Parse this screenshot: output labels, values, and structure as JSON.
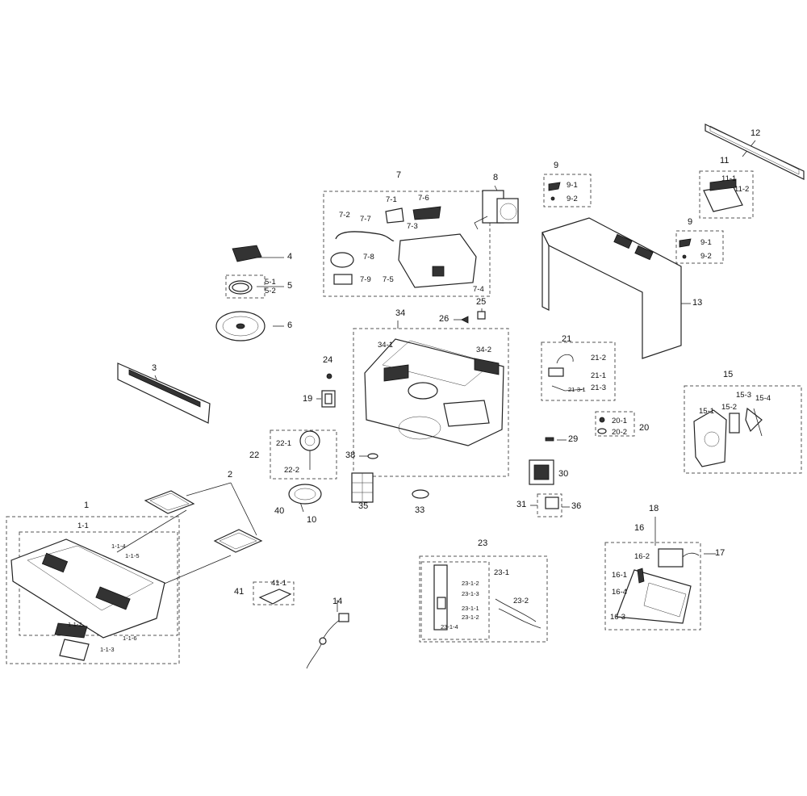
{
  "callouts": [
    {
      "id": "l-1",
      "text": "1"
    },
    {
      "id": "l-1-1",
      "text": "1-1"
    },
    {
      "id": "l-1-1-2",
      "text": "1-1-2"
    },
    {
      "id": "l-1-1-3",
      "text": "1-1-3"
    },
    {
      "id": "l-1-1-4",
      "text": "1-1-4"
    },
    {
      "id": "l-1-1-5",
      "text": "1-1-5"
    },
    {
      "id": "l-1-1-6",
      "text": "1-1-6"
    },
    {
      "id": "l-2",
      "text": "2"
    },
    {
      "id": "l-3",
      "text": "3"
    },
    {
      "id": "l-4",
      "text": "4"
    },
    {
      "id": "l-5",
      "text": "5"
    },
    {
      "id": "l-5-1",
      "text": "5-1"
    },
    {
      "id": "l-5-2",
      "text": "5-2"
    },
    {
      "id": "l-6",
      "text": "6"
    },
    {
      "id": "l-7",
      "text": "7"
    },
    {
      "id": "l-7-1",
      "text": "7-1"
    },
    {
      "id": "l-7-2",
      "text": "7-2"
    },
    {
      "id": "l-7-3",
      "text": "7-3"
    },
    {
      "id": "l-7-4",
      "text": "7-4"
    },
    {
      "id": "l-7-5",
      "text": "7-5"
    },
    {
      "id": "l-7-6",
      "text": "7-6"
    },
    {
      "id": "l-7-7",
      "text": "7-7"
    },
    {
      "id": "l-7-8",
      "text": "7-8"
    },
    {
      "id": "l-7-9",
      "text": "7-9"
    },
    {
      "id": "l-8",
      "text": "8"
    },
    {
      "id": "l-9a",
      "text": "9"
    },
    {
      "id": "l-9-1a",
      "text": "9-1"
    },
    {
      "id": "l-9-2a",
      "text": "9-2"
    },
    {
      "id": "l-9b",
      "text": "9"
    },
    {
      "id": "l-9-1b",
      "text": "9-1"
    },
    {
      "id": "l-9-2b",
      "text": "9-2"
    },
    {
      "id": "l-10",
      "text": "10"
    },
    {
      "id": "l-11",
      "text": "11"
    },
    {
      "id": "l-11-1",
      "text": "11-1"
    },
    {
      "id": "l-11-2",
      "text": "11-2"
    },
    {
      "id": "l-12",
      "text": "12"
    },
    {
      "id": "l-13",
      "text": "13"
    },
    {
      "id": "l-14",
      "text": "14"
    },
    {
      "id": "l-15",
      "text": "15"
    },
    {
      "id": "l-15-1",
      "text": "15-1"
    },
    {
      "id": "l-15-2",
      "text": "15-2"
    },
    {
      "id": "l-15-3",
      "text": "15-3"
    },
    {
      "id": "l-15-4",
      "text": "15-4"
    },
    {
      "id": "l-16",
      "text": "16"
    },
    {
      "id": "l-16-1",
      "text": "16-1"
    },
    {
      "id": "l-16-2",
      "text": "16-2"
    },
    {
      "id": "l-16-3",
      "text": "16-3"
    },
    {
      "id": "l-16-4",
      "text": "16-4"
    },
    {
      "id": "l-17",
      "text": "17"
    },
    {
      "id": "l-18",
      "text": "18"
    },
    {
      "id": "l-19",
      "text": "19"
    },
    {
      "id": "l-20",
      "text": "20"
    },
    {
      "id": "l-20-1",
      "text": "20-1"
    },
    {
      "id": "l-20-2",
      "text": "20-2"
    },
    {
      "id": "l-21",
      "text": "21"
    },
    {
      "id": "l-21-1",
      "text": "21-1"
    },
    {
      "id": "l-21-2",
      "text": "21-2"
    },
    {
      "id": "l-21-3",
      "text": "21-3"
    },
    {
      "id": "l-21-3-1",
      "text": "21-3-1"
    },
    {
      "id": "l-22",
      "text": "22"
    },
    {
      "id": "l-22-1",
      "text": "22-1"
    },
    {
      "id": "l-22-2",
      "text": "22-2"
    },
    {
      "id": "l-23",
      "text": "23"
    },
    {
      "id": "l-23-1",
      "text": "23-1"
    },
    {
      "id": "l-23-1-1",
      "text": "23-1-1"
    },
    {
      "id": "l-23-1-2",
      "text": "23-1-2"
    },
    {
      "id": "l-23-1-2b",
      "text": "23-1-2"
    },
    {
      "id": "l-23-1-3",
      "text": "23-1-3"
    },
    {
      "id": "l-23-1-4",
      "text": "23-1-4"
    },
    {
      "id": "l-23-2",
      "text": "23-2"
    },
    {
      "id": "l-24",
      "text": "24"
    },
    {
      "id": "l-25",
      "text": "25"
    },
    {
      "id": "l-26",
      "text": "26"
    },
    {
      "id": "l-29",
      "text": "29"
    },
    {
      "id": "l-30",
      "text": "30"
    },
    {
      "id": "l-31",
      "text": "31"
    },
    {
      "id": "l-33",
      "text": "33"
    },
    {
      "id": "l-34",
      "text": "34"
    },
    {
      "id": "l-34-1",
      "text": "34-1"
    },
    {
      "id": "l-34-2",
      "text": "34-2"
    },
    {
      "id": "l-35",
      "text": "35"
    },
    {
      "id": "l-36",
      "text": "36"
    },
    {
      "id": "l-38",
      "text": "38"
    },
    {
      "id": "l-40",
      "text": "40"
    },
    {
      "id": "l-41",
      "text": "41"
    },
    {
      "id": "l-41-1",
      "text": "41-1"
    }
  ]
}
